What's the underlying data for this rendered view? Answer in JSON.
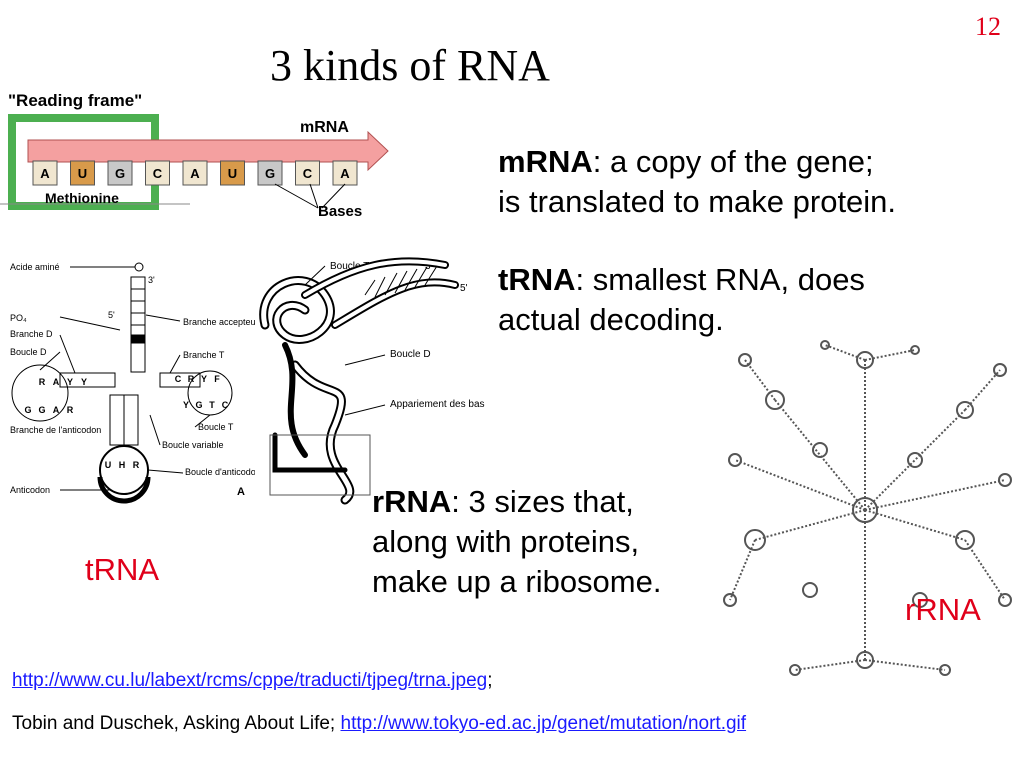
{
  "slide": {
    "number": "12",
    "title": "3 kinds of RNA"
  },
  "mrna_figure": {
    "reading_frame": "\"Reading frame\"",
    "mrna": "mRNA",
    "bases": [
      "A",
      "U",
      "G",
      "C",
      "A",
      "U",
      "G",
      "C",
      "A"
    ],
    "methionine": "Methionine",
    "bases_label": "Bases"
  },
  "trna_figure": {
    "acide_amine": "Acide aminé",
    "po4": "PO₄",
    "branche_d": "Branche D",
    "boucle_d": "Boucle D",
    "branche_anticodon": "Branche de l'anticodon",
    "anticodon": "Anticodon",
    "branche_accepteur": "Branche accepteur",
    "branche_t": "Branche T",
    "boucle_t": "Boucle T",
    "boucle_variable": "Boucle variable",
    "boucle_anticodon": "Boucle d'anticodon",
    "label_a": "A",
    "three_prime": "3'",
    "five_prime": "5'",
    "letters_left": [
      "R",
      "A",
      "Y",
      "Y"
    ],
    "letters_left_bottom": [
      "G",
      "G",
      "A",
      "R"
    ],
    "letters_right": [
      "C",
      "R",
      "Y",
      "F"
    ],
    "letters_right_bottom": [
      "Y",
      "G",
      "T",
      "C"
    ],
    "letters_anticodon": [
      "U",
      "H",
      "R"
    ]
  },
  "helix_figure": {
    "boucle_t": "Boucle T",
    "boucle_d": "Boucle D",
    "appariement": "Appariement des bases",
    "three_prime": "3'",
    "five_prime": "5'"
  },
  "text": {
    "mrna_term": "mRNA",
    "mrna_desc_1": ": a copy of the gene;",
    "mrna_desc_2": "is translated to make protein.",
    "trna_term": "tRNA",
    "trna_desc_1": ": smallest RNA, does",
    "trna_desc_2": "actual decoding.",
    "rrna_term": "rRNA",
    "rrna_desc_1": ":  3 sizes that,",
    "rrna_desc_2": "along with proteins,",
    "rrna_desc_3": "make up a ribosome."
  },
  "labels": {
    "trna": "tRNA",
    "rrna": "rRNA"
  },
  "references": {
    "link1": "http://www.cu.lu/labext/rcms/cppe/traducti/tjpeg/trna.jpeg",
    "link1_suffix": ";",
    "citation": "Tobin and Duschek, Asking About Life; ",
    "link2": "http://www.tokyo-ed.ac.jp/genet/mutation/nort.gif"
  },
  "colors": {
    "accent_red": "#e0001a",
    "link_blue": "#1a1aff",
    "frame_green": "#4caf50",
    "mrna_pink": "#f4a0a0",
    "base_orange": "#d89a4a",
    "base_grey": "#c8c8c8"
  }
}
